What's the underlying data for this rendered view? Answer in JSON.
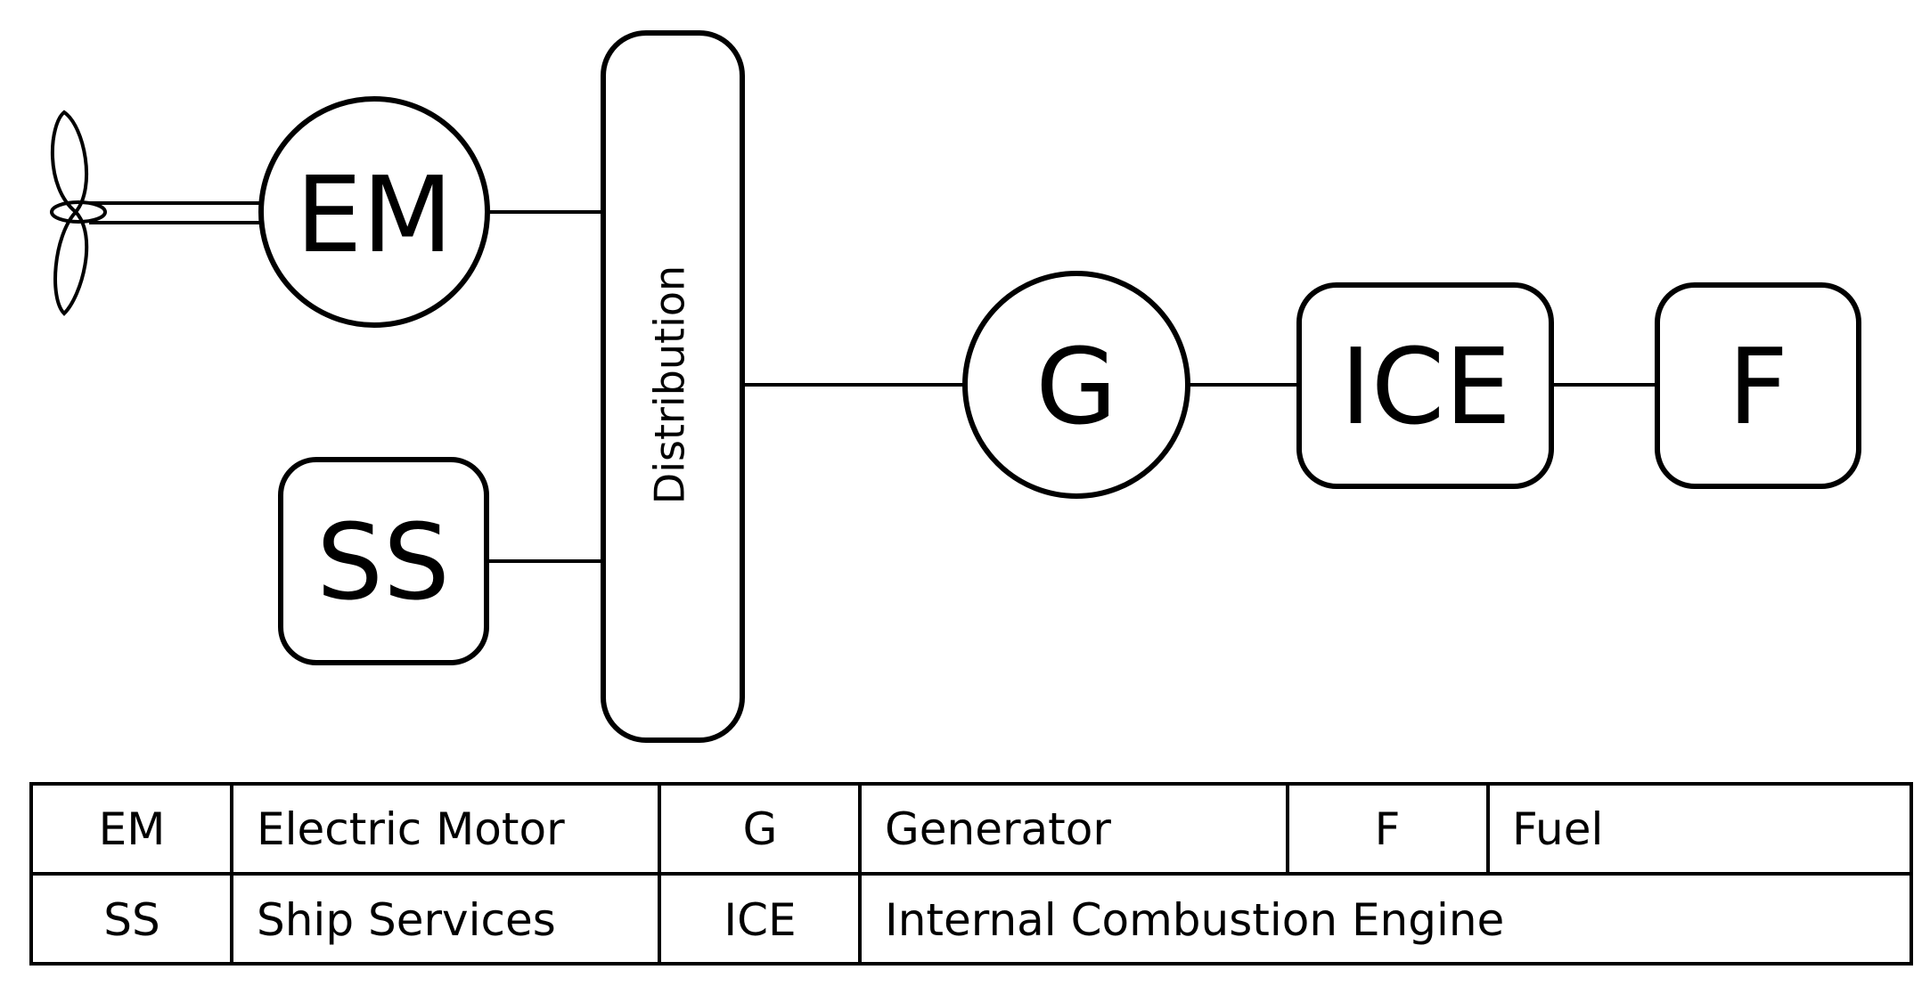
{
  "nodes": {
    "em": "EM",
    "ss": "SS",
    "distribution": "Distribution",
    "g": "G",
    "ice": "ICE",
    "f": "F"
  },
  "legend": {
    "row1": {
      "abbr1": "EM",
      "name1": "Electric Motor",
      "abbr2": "G",
      "name2": "Generator",
      "abbr3": "F",
      "name3": "Fuel"
    },
    "row2": {
      "abbr1": "SS",
      "name1": "Ship Services",
      "abbr2": "ICE",
      "name2": "Internal Combustion Engine"
    }
  },
  "icons": {
    "propeller": "propeller-icon"
  },
  "colors": {
    "line": "#000000",
    "background": "#ffffff"
  }
}
